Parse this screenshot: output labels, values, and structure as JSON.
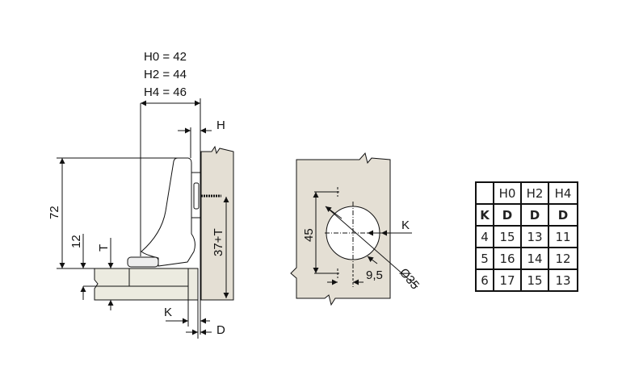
{
  "side_view": {
    "labels": {
      "h0": "H0 = 42",
      "h2": "H2 = 44",
      "h4": "H4 = 46",
      "h": "H",
      "d72": "72",
      "d12": "12",
      "t": "T",
      "d37t": "37+T",
      "k": "K",
      "d": "D"
    }
  },
  "drilling_view": {
    "labels": {
      "d45": "45",
      "k": "K",
      "d95": "9,5",
      "dia": "Ø35"
    }
  },
  "table": {
    "header": [
      "",
      "H0",
      "H2",
      "H4"
    ],
    "subheader": [
      "K",
      "D",
      "D",
      "D"
    ],
    "rows": [
      [
        "4",
        "15",
        "13",
        "11"
      ],
      [
        "5",
        "16",
        "14",
        "12"
      ],
      [
        "6",
        "17",
        "15",
        "13"
      ]
    ]
  },
  "colors": {
    "panel": "#e4dfd4",
    "cabinet": "#ecebe0",
    "line": "#111111"
  }
}
